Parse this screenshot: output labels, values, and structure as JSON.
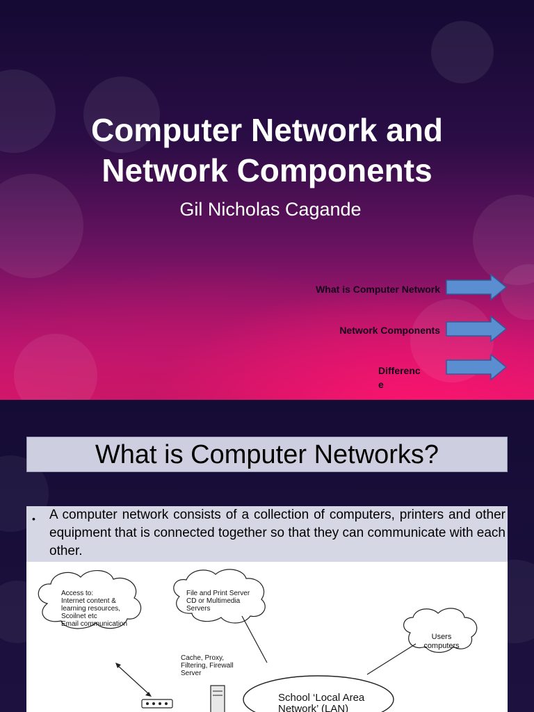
{
  "slide1": {
    "title_line1": "Computer Network and",
    "title_line2": "Network Components",
    "author": "Gil Nicholas Cagande",
    "nav": [
      {
        "label": "What is Computer Network"
      },
      {
        "label": "Network Components"
      },
      {
        "label_line1": "Differenc",
        "label_line2": "e"
      }
    ]
  },
  "slide2": {
    "heading": "What is Computer Networks?",
    "bullet": "A computer network consists of a collection of computers, printers and other equipment that is connected together so that they can communicate with each other.",
    "diagram": {
      "access_cloud": [
        "Access to:",
        "Internet content &",
        "learning resources,",
        "Scoilnet etc",
        "Email communication"
      ],
      "server_cloud": [
        "File and Print Server",
        "CD or Multimedia",
        "Servers"
      ],
      "users_cloud": [
        "Users",
        "computers"
      ],
      "cache_label": [
        "Cache, Proxy,",
        "Filtering, Firewall",
        "Server"
      ],
      "lan_label": [
        "School ‘Local Area",
        "Network’ (LAN)"
      ]
    }
  },
  "colors": {
    "arrow_fill": "#5b8ed0",
    "arrow_stroke": "#2e5d9c",
    "banner_bg": "#cdcfe0"
  }
}
